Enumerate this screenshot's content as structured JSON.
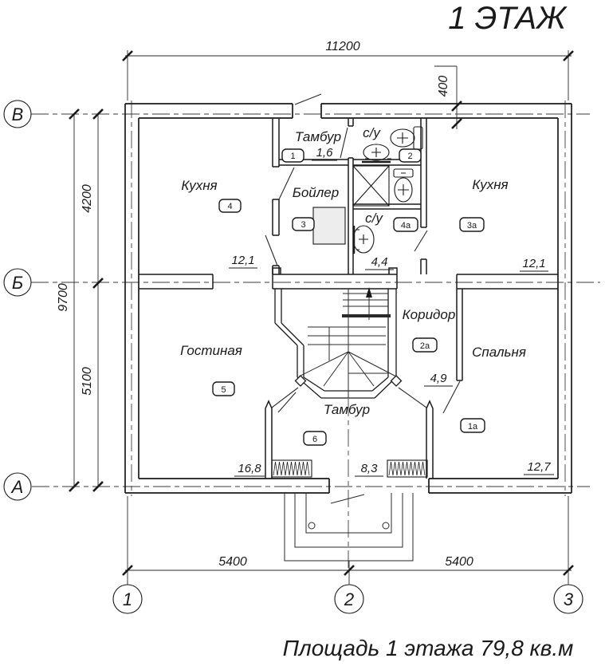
{
  "title": "1 ЭТАЖ",
  "caption": "Площадь 1 этажа 79,8 кв.м",
  "colors": {
    "line": "#1a1a1a",
    "thin": "#2a2a2a",
    "background": "#ffffff"
  },
  "dims": {
    "total_width": "11200",
    "wall_offset": "400",
    "left_upper": "4200",
    "left_total": "9700",
    "left_lower": "5100",
    "bottom_left": "5400",
    "bottom_right": "5400"
  },
  "axes": {
    "row_top": "В",
    "row_mid": "Б",
    "row_bottom": "А",
    "col_left": "1",
    "col_mid": "2",
    "col_right": "3"
  },
  "rooms": {
    "kitchen_left": {
      "name": "Кухня",
      "tag": "4",
      "area": "12,1"
    },
    "tambour_top": {
      "name": "Тамбур",
      "tag": "1",
      "area": "1,6"
    },
    "wc_top": {
      "name": "с/у",
      "tag": "2",
      "area": ""
    },
    "boiler": {
      "name": "Бойлер",
      "tag": "3",
      "area": ""
    },
    "wc_mid": {
      "name": "с/у",
      "tag": "4а",
      "area": "4,4"
    },
    "kitchen_right": {
      "name": "Кухня",
      "tag": "3а",
      "area": "12,1"
    },
    "corridor": {
      "name": "Коридор",
      "tag": "2а",
      "area": "4,9"
    },
    "living": {
      "name": "Гостиная",
      "tag": "5",
      "area": "16,8"
    },
    "bedroom": {
      "name": "Спальня",
      "tag": "1а",
      "area": "12,7"
    },
    "tambour_bottom": {
      "name": "Тамбур",
      "tag": "6",
      "area": "8,3"
    }
  }
}
